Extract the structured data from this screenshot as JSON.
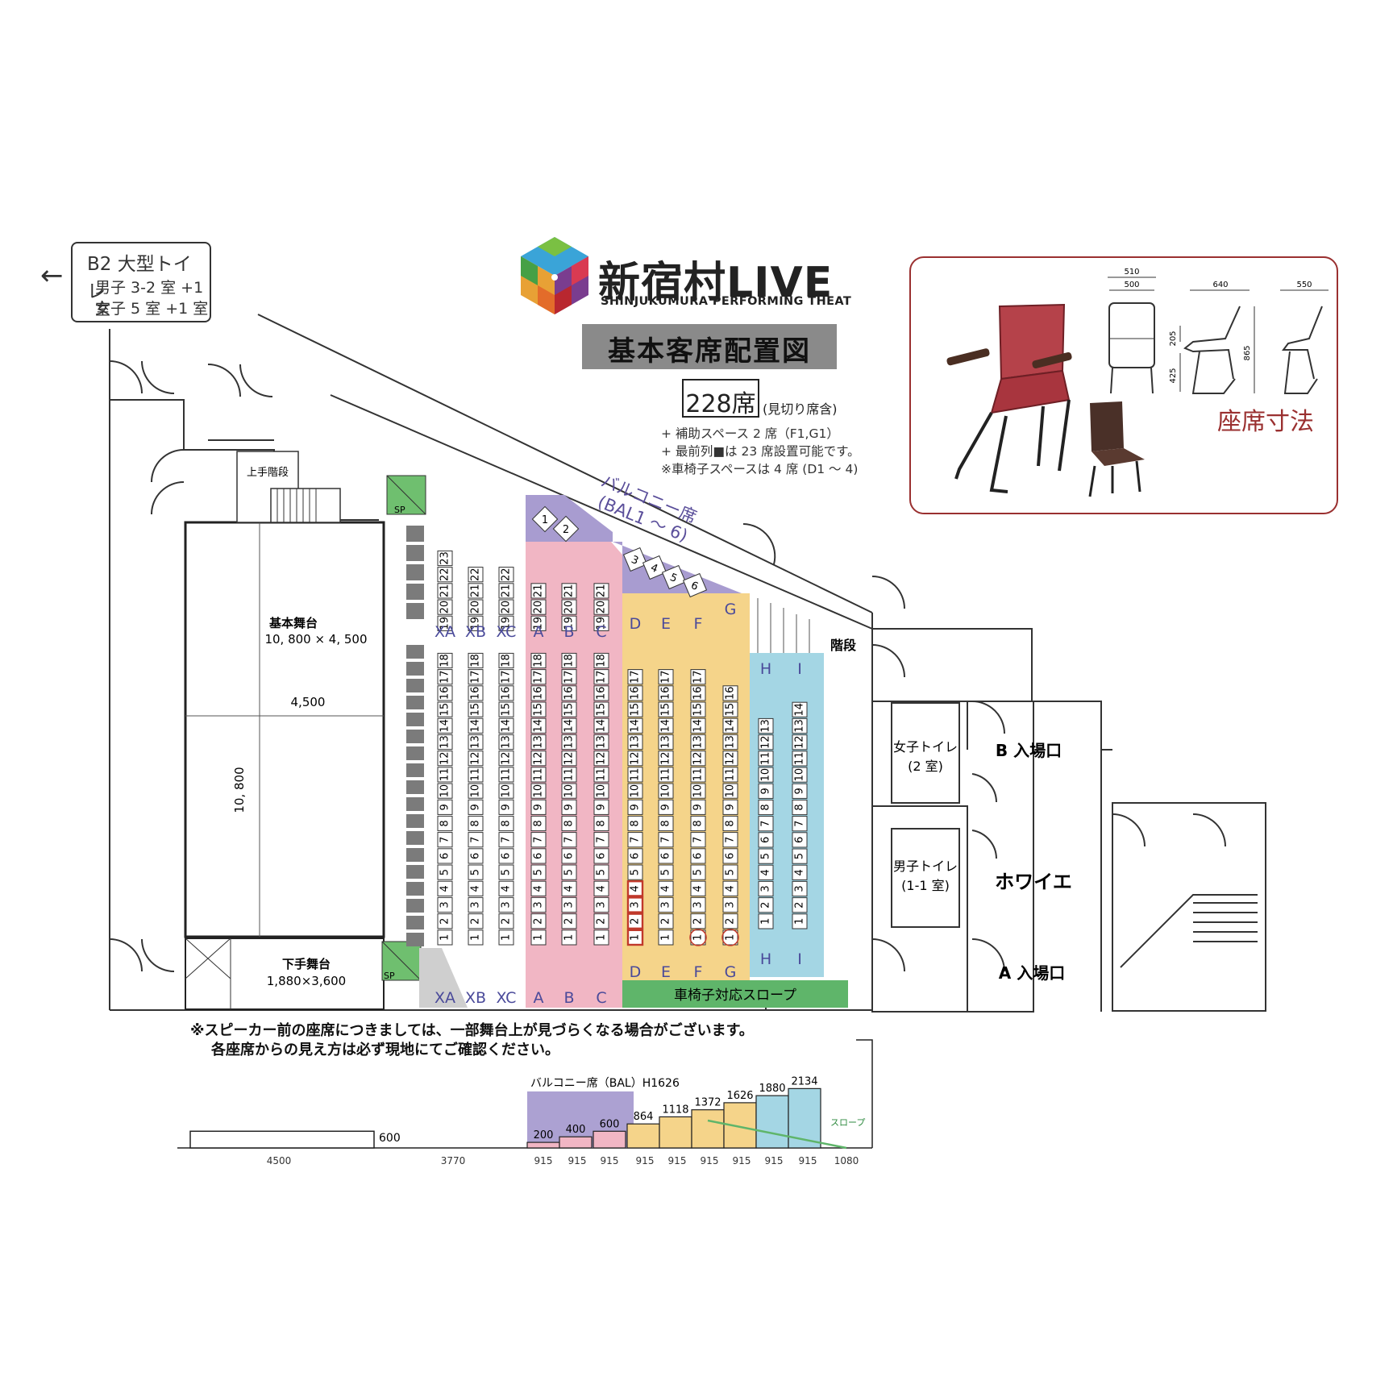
{
  "toilet_b2": {
    "arrow": "←",
    "title": "B2 大型トイレ",
    "male": "男子 3-2 室 +1 室",
    "female": "女子 5 室 +1 室"
  },
  "logo": {
    "title": "新宿村LIVE",
    "subtitle": "SHINJUKUMURA PERFORMING THEAT"
  },
  "page_title": "基本客席配置図",
  "seat_count": {
    "value": "228席",
    "note": "(見切り席含)"
  },
  "notes": [
    "+ 補助スペース 2 席（F1,G1）",
    "+ 最前列■は 23 席設置可能です。",
    "※車椅子スペースは 4 席 (D1 ～ 4)"
  ],
  "chair_panel": {
    "caption": "座席寸法",
    "dims": [
      "510",
      "500",
      "640",
      "550",
      "205",
      "425",
      "865"
    ]
  },
  "stage": {
    "main_label": "基本舞台",
    "main_size": "10, 800 × 4, 500",
    "width_label": "4,500",
    "depth_label": "10, 800",
    "stairs_label": "上手階段",
    "sub_label": "下手舞台",
    "sub_size": "1,880×3,600",
    "sp_label": "SP"
  },
  "balcony": {
    "label": "バルコニー席",
    "range": "(BAL1 ～ 6)",
    "seats": [
      "1",
      "2",
      "3",
      "4",
      "5",
      "6"
    ]
  },
  "stairs_label": "階段",
  "slope_label": "車椅子対応スロープ",
  "rooms": {
    "women_toilet": "女子トイレ",
    "women_count": "(2 室)",
    "men_toilet": "男子トイレ",
    "men_count": "(1-1 室)",
    "entrance_b": "B 入場口",
    "foyer": "ホワイエ",
    "entrance_a": "A 入場口"
  },
  "colors": {
    "balcony": "#a89cd0",
    "pink": "#f1b6c4",
    "yellow": "#f5d48a",
    "blue": "#a4d6e4",
    "green": "#5fb56a",
    "gray": "#7b7b7b",
    "chair_red": "#b5424a",
    "accent_red": "#c0392b"
  },
  "rows": [
    {
      "label": "XA",
      "max": 23,
      "zone": "white"
    },
    {
      "label": "XB",
      "max": 22,
      "zone": "white"
    },
    {
      "label": "XC",
      "max": 22,
      "zone": "white"
    },
    {
      "label": "A",
      "max": 21,
      "zone": "pink"
    },
    {
      "label": "B",
      "max": 21,
      "zone": "pink"
    },
    {
      "label": "C",
      "max": 21,
      "zone": "pink"
    },
    {
      "label": "D",
      "max": 17,
      "zone": "yellow"
    },
    {
      "label": "E",
      "max": 17,
      "zone": "yellow"
    },
    {
      "label": "F",
      "max": 17,
      "zone": "yellow"
    },
    {
      "label": "G",
      "max": 16,
      "zone": "yellow"
    },
    {
      "label": "H",
      "max": 13,
      "zone": "blue"
    },
    {
      "label": "I",
      "max": 14,
      "zone": "blue"
    }
  ],
  "warning": [
    "※スピーカー前の座席につきましては、一部舞台上が見づらくなる場合がございます。",
    "各座席からの見え方は必ず現地にてご確認ください。"
  ],
  "profile": {
    "balcony_label": "バルコニー席（BAL）H1626",
    "stage_height": "600",
    "slope_label": "スロープ",
    "heights": [
      "200",
      "400",
      "600",
      "864",
      "1118",
      "1372",
      "1626",
      "1880",
      "2134"
    ],
    "widths": [
      "4500",
      "3770",
      "915",
      "915",
      "915",
      "915",
      "915",
      "915",
      "915",
      "915",
      "915",
      "1080"
    ]
  }
}
